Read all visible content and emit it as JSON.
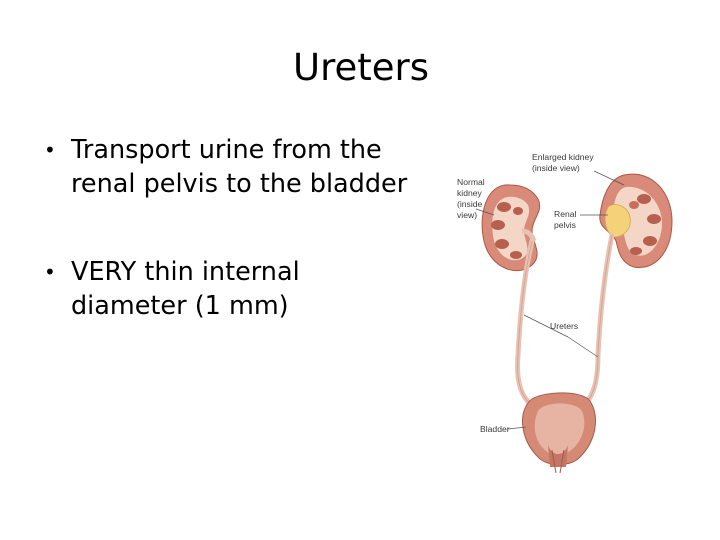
{
  "slide": {
    "title": "Ureters",
    "bullets": [
      "Transport urine from the renal pelvis to the bladder",
      "VERY thin internal diameter (1 mm)"
    ],
    "bullet_symbol": "•"
  },
  "figure": {
    "labels": {
      "enlarged_kidney_1": "Enlarged kidney",
      "enlarged_kidney_2": "(inside view)",
      "normal_kidney_1": "Normal",
      "normal_kidney_2": "kidney",
      "normal_kidney_3": "(inside",
      "normal_kidney_4": "view)",
      "renal_pelvis_1": "Renal",
      "renal_pelvis_2": "pelvis",
      "ureters": "Ureters",
      "bladder": "Bladder"
    },
    "colors": {
      "kidney": "#d98a78",
      "kidney_inner": "#f3d6c6",
      "medulla": "#b8604f",
      "pelvis_enlarged": "#f4d27a",
      "ureter": "#e8c3b3",
      "bladder": "#d48a75",
      "leader_line": "#555555"
    }
  }
}
